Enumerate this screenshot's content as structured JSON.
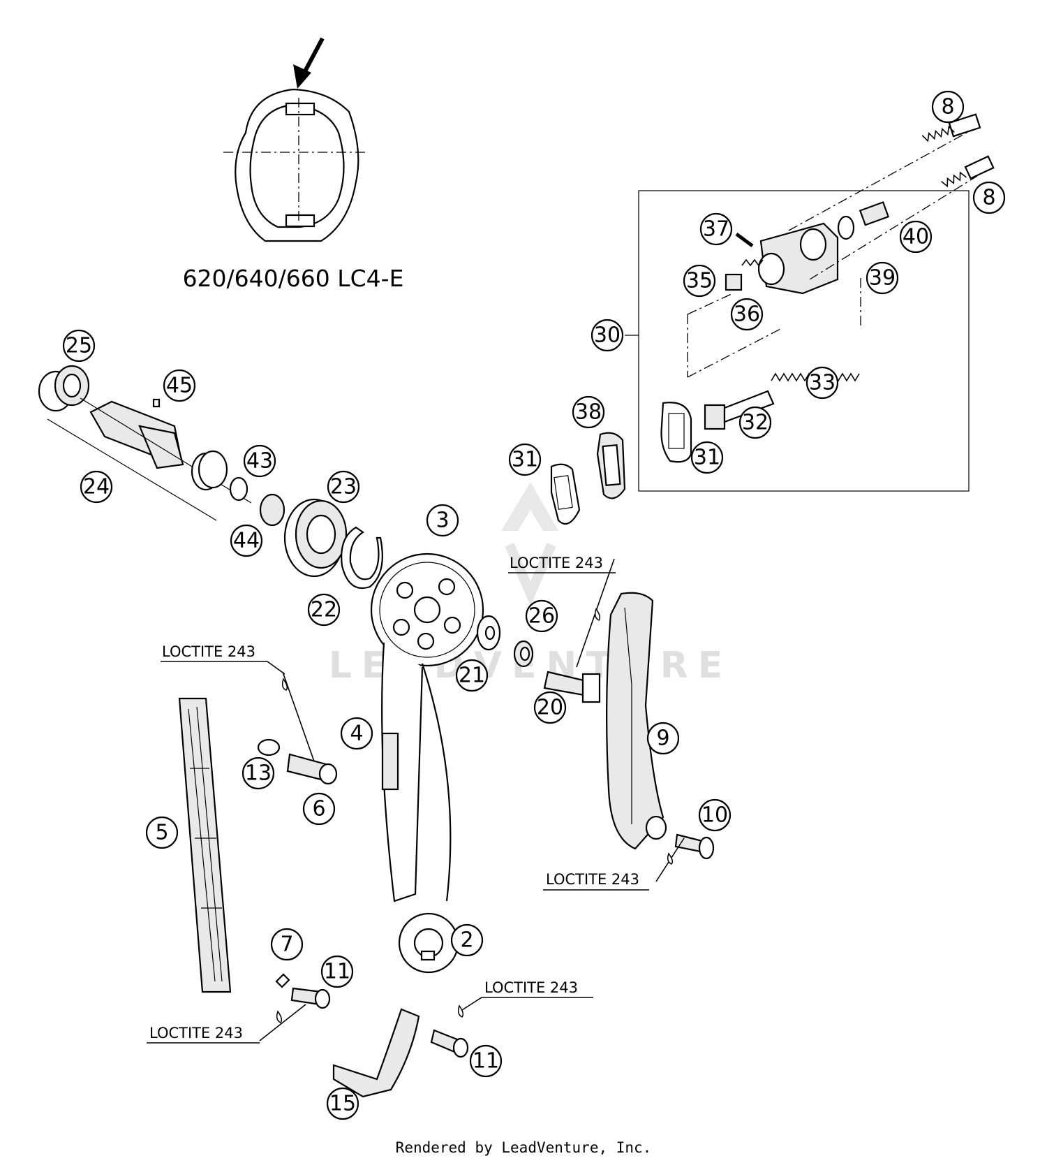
{
  "model_label": "620/640/660 LC4-E",
  "loctite_label": "LOCTITE 243",
  "credit": "Rendered by LeadVenture, Inc.",
  "watermark": "LEADVENTURE",
  "part_numbers": [
    "8",
    "8",
    "37",
    "40",
    "35",
    "39",
    "36",
    "30",
    "25",
    "45",
    "33",
    "32",
    "38",
    "31",
    "31",
    "24",
    "43",
    "23",
    "44",
    "3",
    "22",
    "26",
    "21",
    "20",
    "4",
    "13",
    "9",
    "6",
    "5",
    "10",
    "2",
    "7",
    "11",
    "11",
    "15"
  ]
}
